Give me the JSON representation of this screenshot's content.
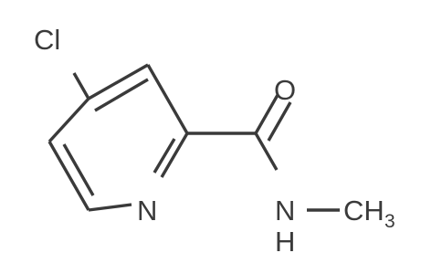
{
  "molecule": {
    "atoms": {
      "chlorine": "Cl",
      "oxygen": "O",
      "ring_nitrogen": "N",
      "amide_nitrogen": "N",
      "amide_hydrogen": "H",
      "methyl_carbon": "CH",
      "methyl_subscript": "3"
    }
  }
}
